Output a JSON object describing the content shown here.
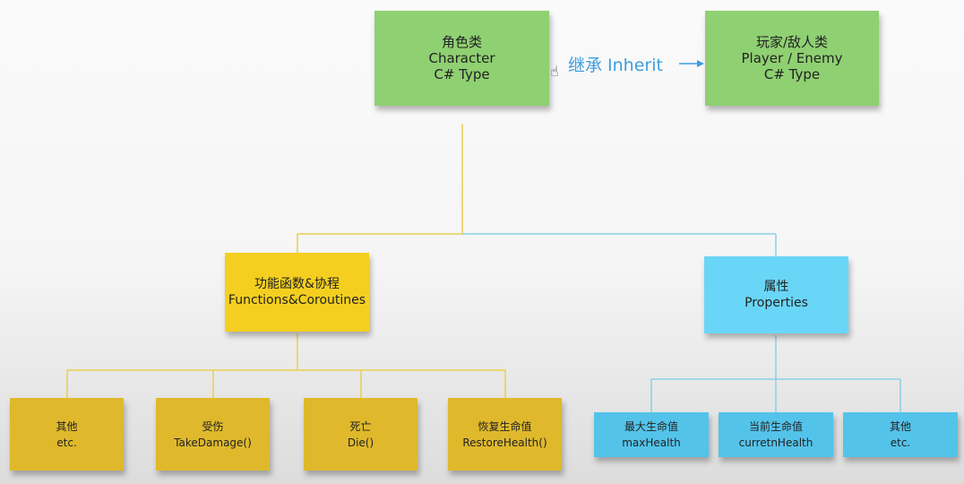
{
  "top": {
    "character": {
      "line1": "角色类",
      "line2": "Character",
      "line3": "C# Type"
    },
    "player": {
      "line1": "玩家/敌人类",
      "line2": "Player / Enemy",
      "line3": "C# Type"
    },
    "inherit_label": "继承 Inherit"
  },
  "middle": {
    "functions": {
      "line1": "功能函数&协程",
      "line2": "Functions&Coroutines"
    },
    "properties": {
      "line1": "属性",
      "line2": "Properties"
    }
  },
  "functions_children": [
    {
      "line1": "其他",
      "line2": "etc."
    },
    {
      "line1": "受伤",
      "line2": "TakeDamage()"
    },
    {
      "line1": "死亡",
      "line2": "Die()"
    },
    {
      "line1": "恢复生命值",
      "line2": "RestoreHealth()"
    }
  ],
  "properties_children": [
    {
      "line1": "最大生命值",
      "line2": "maxHealth"
    },
    {
      "line1": "当前生命值",
      "line2": "curretnHealth"
    },
    {
      "line1": "其他",
      "line2": "etc."
    }
  ],
  "colors": {
    "character": "#8fd072",
    "functions": "#f5cf1f",
    "properties": "#6ad6f7",
    "func_child": "#dfb92b",
    "prop_child": "#54c3ea",
    "inherit_text": "#3e9ee0",
    "line_yellow": "#e9cf4e",
    "line_blue": "#8ccfe6"
  },
  "icons": [
    "hand-cursor-icon",
    "arrow-right-icon"
  ]
}
